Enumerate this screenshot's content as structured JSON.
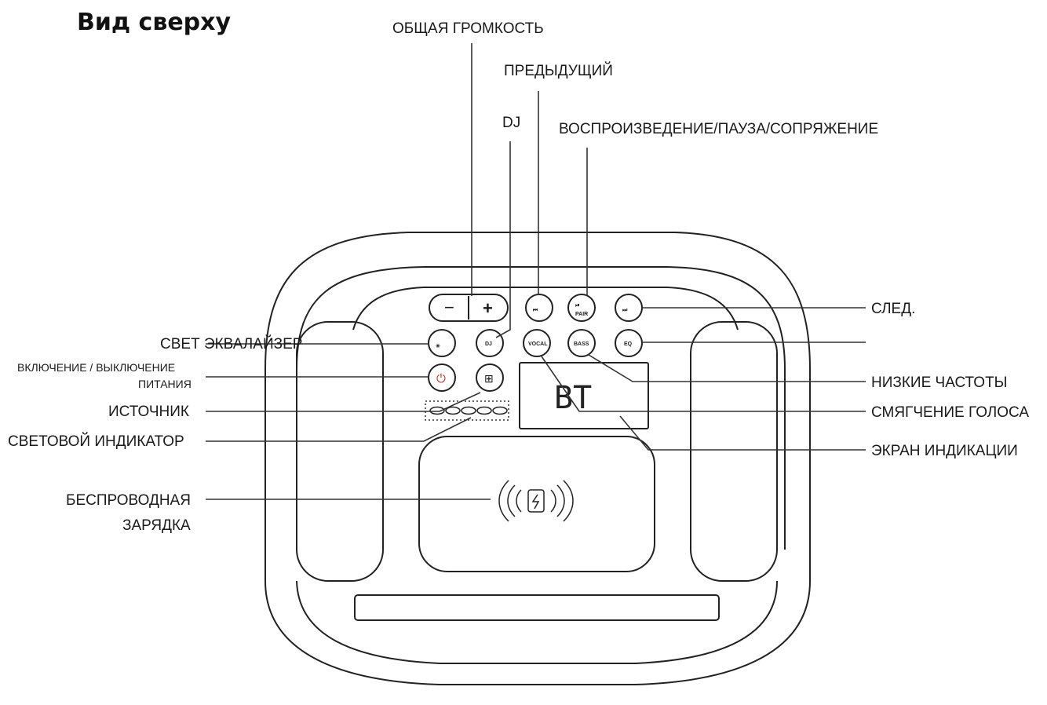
{
  "title": "Вид сверху",
  "colors": {
    "line": "#222222",
    "power_icon": "#c0392b",
    "background": "#ffffff"
  },
  "labels": {
    "master_volume": "ОБЩАЯ ГРОМКОСТЬ",
    "previous": "ПРЕДЫДУЩИЙ",
    "dj": "DJ",
    "play_pause_pair": "ВОСПРОИЗВЕДЕНИЕ/ПАУЗА/СОПРЯЖЕНИЕ",
    "next": "СЛЕД.",
    "light_eq": "СВЕТ ЭКВАЛАЙЗЕР",
    "power_line1": "ВКЛЮЧЕНИЕ / ВЫКЛЮЧЕНИЕ",
    "power_line2": "ПИТАНИЯ",
    "source": "ИСТОЧНИК",
    "light_indicator": "СВЕТОВОЙ ИНДИКАТОР",
    "wireless_line1": "БЕСПРОВОДНАЯ",
    "wireless_line2": "ЗАРЯДКА",
    "bass": "НИЗКИЕ ЧАСТОТЫ",
    "vocal_soften": "СМЯГЧЕНИЕ ГОЛОСА",
    "display_screen": "ЭКРАН ИНДИКАЦИИ"
  },
  "buttons": {
    "minus": "−",
    "plus": "+",
    "prev": "⏮",
    "play": "⏯",
    "play_sub": "PAIR",
    "next": "⏭",
    "light": "✳",
    "dj": "DJ",
    "vocal": "VOCAL",
    "bass": "BASS",
    "eq": "EQ",
    "power": "⏻",
    "source": "⊞"
  },
  "display": {
    "text": "BT"
  }
}
